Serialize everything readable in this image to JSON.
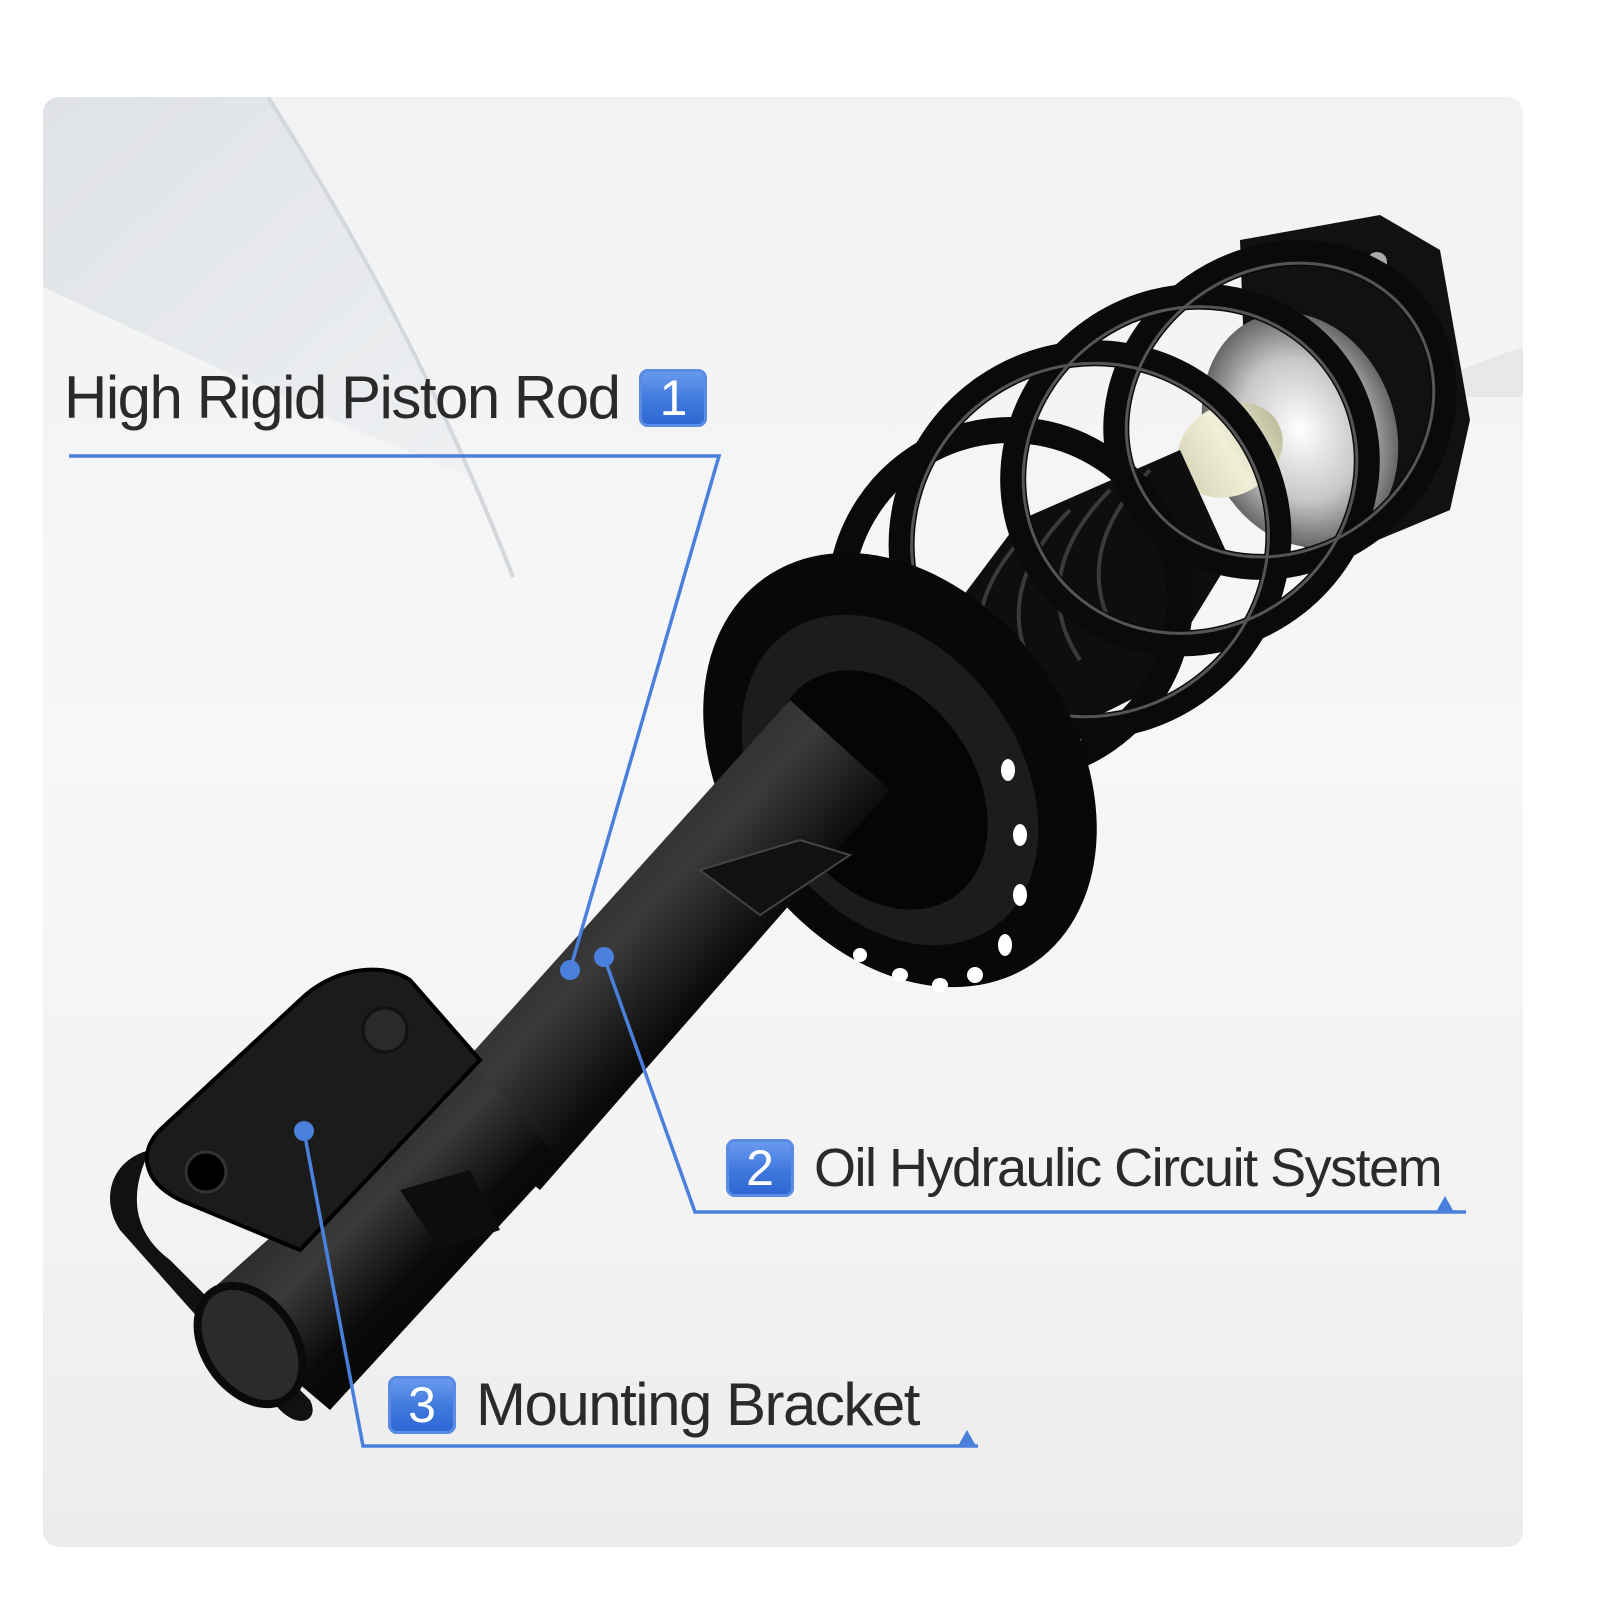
{
  "infographic": {
    "accent_color": "#4a80dc",
    "text_color": "#2a2a2a",
    "card_color": "#f3f3f3",
    "product": "coil-spring strut assembly",
    "callouts": [
      {
        "number": "1",
        "label": "High Rigid Piston Rod"
      },
      {
        "number": "2",
        "label": "Oil Hydraulic Circuit System"
      },
      {
        "number": "3",
        "label": "Mounting Bracket"
      }
    ]
  }
}
